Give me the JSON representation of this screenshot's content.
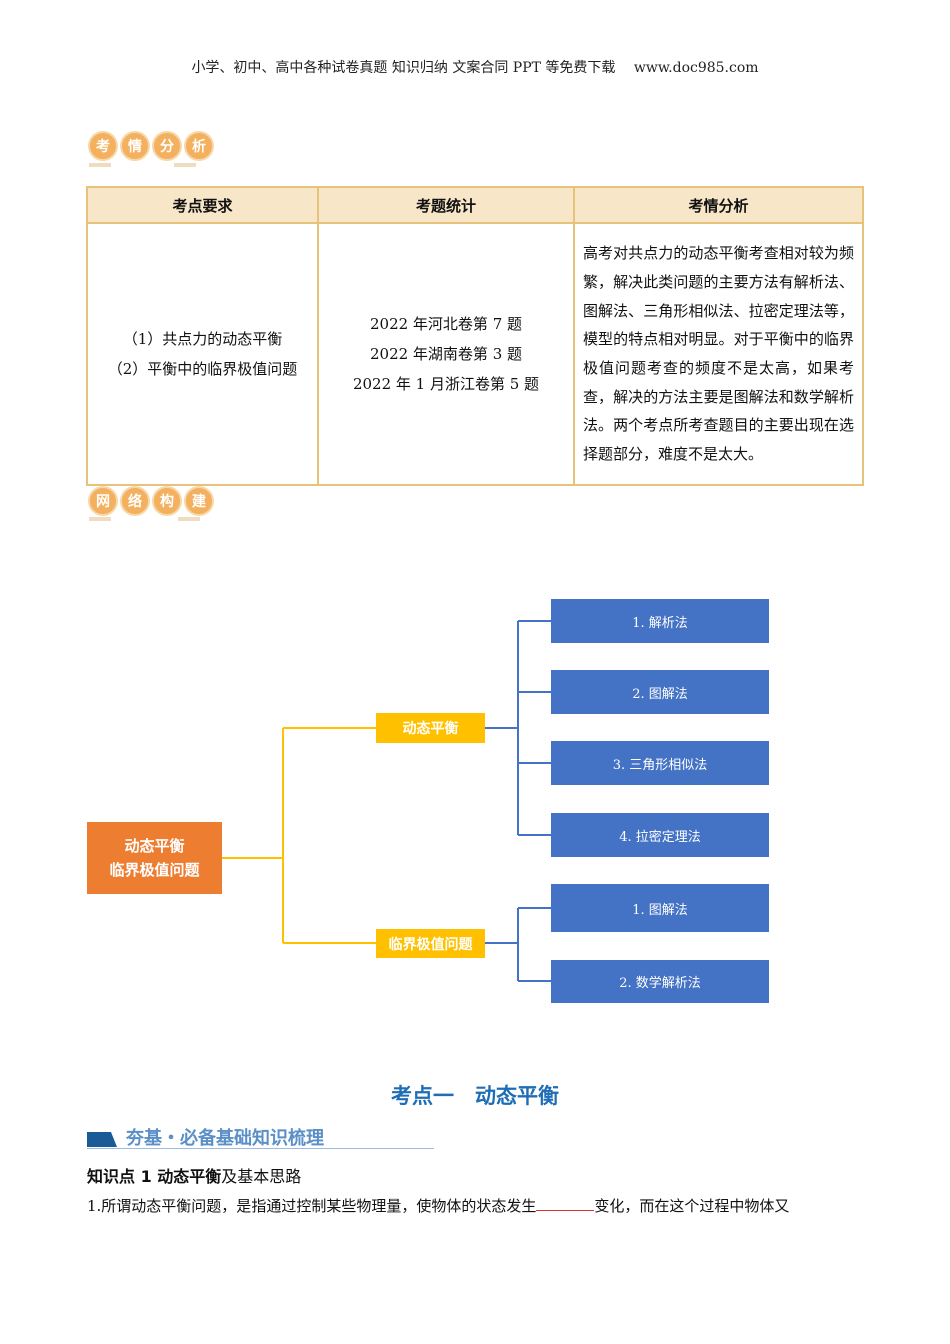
{
  "header": "小学、初中、高中各种试卷真题 知识归纳 文案合同 PPT 等免费下载　 www.doc985.com",
  "section1_badge": [
    "考",
    "情",
    "分",
    "析"
  ],
  "table": {
    "headers": [
      "考点要求",
      "考题统计",
      "考情分析"
    ],
    "requirements": [
      "（1）共点力的动态平衡",
      "（2）平衡中的临界极值问题"
    ],
    "stats": [
      "2022 年河北卷第 7 题",
      "2022 年湖南卷第 3 题",
      "2022 年 1 月浙江卷第 5 题"
    ],
    "analysis": "高考对共点力的动态平衡考查相对较为频繁，解决此类问题的主要方法有解析法、图解法、三角形相似法、拉密定理法等，模型的特点相对明显。对于平衡中的临界极值问题考查的频度不是太高，如果考查，解决的方法主要是图解法和数学解析法。两个考点所考查题目的主要出现在选择题部分，难度不是太大。"
  },
  "section2_badge": [
    "网",
    "络",
    "构",
    "建"
  ],
  "mindmap": {
    "root": [
      "动态平衡",
      "临界极值问题"
    ],
    "branch1": "动态平衡",
    "branch2": "临界极值问题",
    "leaves1": [
      "1. 解析法",
      "2. 图解法",
      "3. 三角形相似法",
      "4. 拉密定理法"
    ],
    "leaves2": [
      "1. 图解法",
      "2. 数学解析法"
    ]
  },
  "section_title": "考点一　动态平衡",
  "banner": "夯基・必备基础知识梳理",
  "knowledge_title_bold": "知识点 1 动态平衡",
  "knowledge_title_rest": "及基本思路",
  "para_before": "1.所谓动态平衡问题，是指通过控制某些物理量，使物体的状态发生",
  "para_after": "变化，而在这个过程中物体又"
}
